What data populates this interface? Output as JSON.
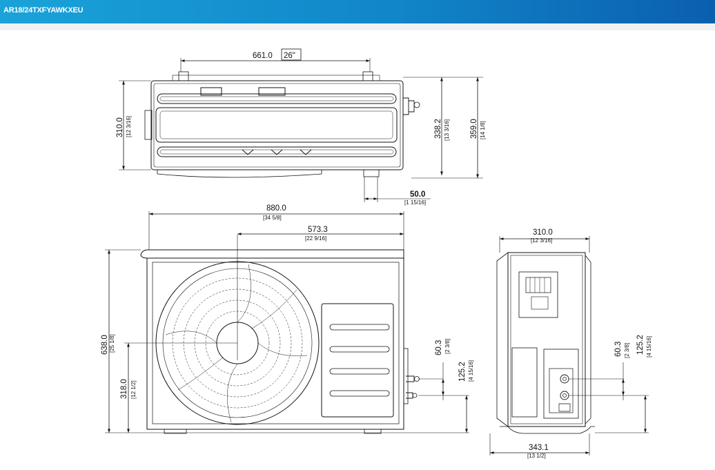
{
  "header": {
    "title": "AR18/24TXFYAWKXEU"
  },
  "colors": {
    "header_start": "#1aa3d9",
    "header_end": "#0b5fae",
    "line": "#111111"
  },
  "top_view": {
    "width_main": {
      "value": "661.0",
      "box": "26\""
    },
    "depth_left": {
      "value": "310.0",
      "sub": "[12 3/16]"
    },
    "depth_mid": {
      "value": "338.2",
      "sub": "[13 3/16]"
    },
    "depth_right": {
      "value": "359.0",
      "sub": "[14 1/8]"
    },
    "valve_offset": {
      "value": "50.0",
      "sub": "[1 15/16]"
    }
  },
  "front_view": {
    "width_total": {
      "value": "880.0",
      "sub": "[34 5/8]"
    },
    "width_partial": {
      "value": "573.3",
      "sub": "[22 9/16]"
    },
    "height_total": {
      "value": "638.0",
      "sub": "[25 1/8]"
    },
    "height_center": {
      "value": "318.0",
      "sub": "[12 1/2]"
    },
    "pipe_low": {
      "value": "60.3",
      "sub": "[2 3/8]"
    },
    "pipe_high": {
      "value": "125.2",
      "sub": "[4 15/16]"
    }
  },
  "side_view": {
    "depth_top": {
      "value": "310.0",
      "sub": "[12 3/16]"
    },
    "depth_bottom": {
      "value": "343.1",
      "sub": "[13 1/2]"
    },
    "pipe_low": {
      "value": "60.3",
      "sub": "[2 3/8]"
    },
    "pipe_high": {
      "value": "125.2",
      "sub": "[4 15/16]"
    }
  }
}
